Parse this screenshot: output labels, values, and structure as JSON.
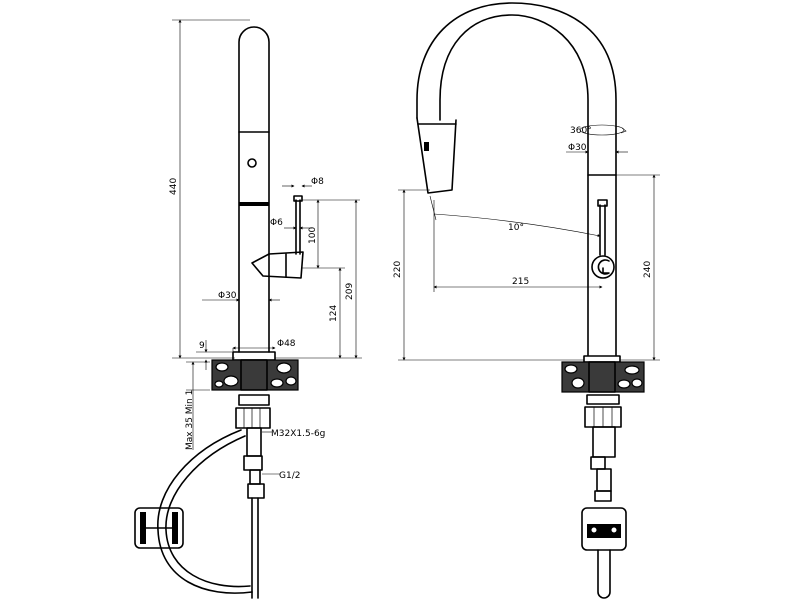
{
  "dimensions": {
    "left_height_total": "440",
    "left_pipe_diameter": "Φ30",
    "left_handle_pin_diameter": "Φ8",
    "left_handle_rod_diameter": "Φ6",
    "left_handle_height": "100",
    "left_handle_center_height": "209",
    "left_handle_base_height": "124",
    "left_base_thickness": "9",
    "left_base_diameter": "Φ48",
    "left_countertop_thickness": "Max 35 Min 1",
    "left_thread": "M32X1.5-6g",
    "left_inlet": "G1/2",
    "right_rotation": "360°",
    "right_pipe_diameter": "Φ30",
    "right_spout_angle": "10°",
    "right_height_spout": "220",
    "right_reach": "215",
    "right_height_handle": "240"
  }
}
